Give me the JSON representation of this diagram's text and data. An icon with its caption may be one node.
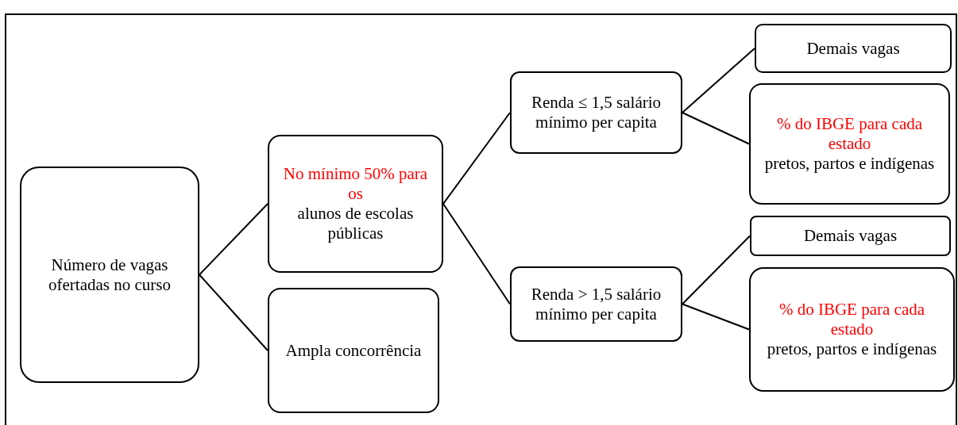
{
  "diagram": {
    "nodes": [
      {
        "text": [
          "Número de vagas ofertadas no curso"
        ]
      },
      {
        "text": [
          "No mínimo 50% para os",
          "alunos de escolas públicas"
        ]
      },
      {
        "text": [
          "Ampla concorrência"
        ]
      },
      {
        "text": [
          "Renda ≤ 1,5 salário mínimo per capita"
        ]
      },
      {
        "text": [
          "Demais vagas"
        ]
      },
      {
        "text": [
          "% do IBGE para cada estado",
          "pretos, partos e indígenas"
        ]
      },
      {
        "text": [
          "Renda > 1,5 salário mínimo per capita"
        ]
      },
      {
        "text": [
          "Demais vagas"
        ]
      },
      {
        "text": [
          "% do IBGE para cada estado",
          "pretos, partos e indígenas"
        ]
      }
    ],
    "edges": [
      {
        "from": 0,
        "to": 1,
        "arrow": "none"
      },
      {
        "from": 0,
        "to": 2,
        "arrow": "none"
      },
      {
        "from": 1,
        "to": 3,
        "arrow": "none"
      },
      {
        "from": 1,
        "to": 6,
        "arrow": "none"
      },
      {
        "from": 3,
        "to": 4,
        "arrow": "none"
      },
      {
        "from": 3,
        "to": 5,
        "arrow": "none"
      },
      {
        "from": 6,
        "to": 7,
        "arrow": "none"
      },
      {
        "from": 6,
        "to": 8,
        "arrow": "none"
      }
    ]
  }
}
